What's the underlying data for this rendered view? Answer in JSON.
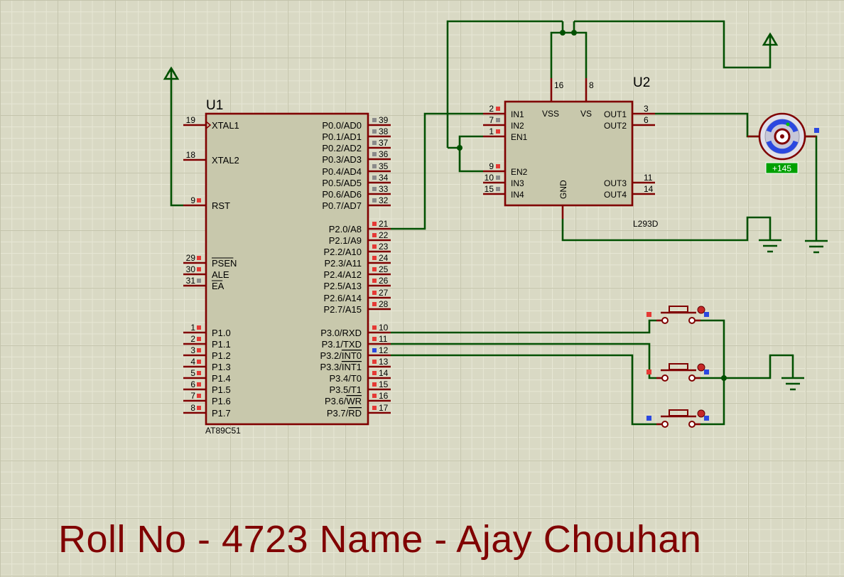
{
  "colors": {
    "background": "#d9d9c4",
    "chip_fill": "#c8c8ac",
    "chip_outline": "#800000",
    "wire": "#005000",
    "pin_line": "#800000",
    "pin_high": "#e53935",
    "pin_low": "#2b48e0",
    "pin_float": "#8a8a8a",
    "caption": "#800000",
    "probe_fill": "#00a000",
    "probe_text": "#ffffff"
  },
  "u1": {
    "ref": "U1",
    "part": "AT89C51",
    "left_pins": [
      {
        "num": "19",
        "name": "XTAL1",
        "state": "none",
        "over": false
      },
      {
        "num": "18",
        "name": "XTAL2",
        "state": "none",
        "over": false
      },
      {
        "num": "9",
        "name": "RST",
        "state": "high",
        "over": false
      },
      {
        "num": "29",
        "name": "PSEN",
        "state": "high",
        "over": true
      },
      {
        "num": "30",
        "name": "ALE",
        "state": "high",
        "over": false
      },
      {
        "num": "31",
        "name": "EA",
        "state": "float",
        "over": true
      },
      {
        "num": "1",
        "name": "P1.0",
        "state": "high",
        "over": false
      },
      {
        "num": "2",
        "name": "P1.1",
        "state": "high",
        "over": false
      },
      {
        "num": "3",
        "name": "P1.2",
        "state": "high",
        "over": false
      },
      {
        "num": "4",
        "name": "P1.3",
        "state": "high",
        "over": false
      },
      {
        "num": "5",
        "name": "P1.4",
        "state": "high",
        "over": false
      },
      {
        "num": "6",
        "name": "P1.5",
        "state": "high",
        "over": false
      },
      {
        "num": "7",
        "name": "P1.6",
        "state": "high",
        "over": false
      },
      {
        "num": "8",
        "name": "P1.7",
        "state": "high",
        "over": false
      }
    ],
    "right_pins": [
      {
        "num": "39",
        "name": "P0.0/AD0",
        "state": "float"
      },
      {
        "num": "38",
        "name": "P0.1/AD1",
        "state": "float"
      },
      {
        "num": "37",
        "name": "P0.2/AD2",
        "state": "float"
      },
      {
        "num": "36",
        "name": "P0.3/AD3",
        "state": "float"
      },
      {
        "num": "35",
        "name": "P0.4/AD4",
        "state": "float"
      },
      {
        "num": "34",
        "name": "P0.5/AD5",
        "state": "float"
      },
      {
        "num": "33",
        "name": "P0.6/AD6",
        "state": "float"
      },
      {
        "num": "32",
        "name": "P0.7/AD7",
        "state": "float"
      },
      {
        "num": "21",
        "name": "P2.0/A8",
        "state": "high"
      },
      {
        "num": "22",
        "name": "P2.1/A9",
        "state": "high"
      },
      {
        "num": "23",
        "name": "P2.2/A10",
        "state": "high"
      },
      {
        "num": "24",
        "name": "P2.3/A11",
        "state": "high"
      },
      {
        "num": "25",
        "name": "P2.4/A12",
        "state": "high"
      },
      {
        "num": "26",
        "name": "P2.5/A13",
        "state": "high"
      },
      {
        "num": "27",
        "name": "P2.6/A14",
        "state": "high"
      },
      {
        "num": "28",
        "name": "P2.7/A15",
        "state": "high"
      },
      {
        "num": "10",
        "name": "P3.0/RXD",
        "state": "high",
        "over": ""
      },
      {
        "num": "11",
        "name": "P3.1/TXD",
        "state": "high",
        "over": ""
      },
      {
        "num": "12",
        "name": "P3.2/",
        "over": "INT0",
        "state": "low"
      },
      {
        "num": "13",
        "name": "P3.3/",
        "over": "INT1",
        "state": "high"
      },
      {
        "num": "14",
        "name": "P3.4/T0",
        "state": "high",
        "over": ""
      },
      {
        "num": "15",
        "name": "P3.5/T1",
        "state": "high",
        "over": ""
      },
      {
        "num": "16",
        "name": "P3.6/",
        "over": "WR",
        "state": "high"
      },
      {
        "num": "17",
        "name": "P3.7/",
        "over": "RD",
        "state": "high"
      }
    ]
  },
  "u2": {
    "ref": "U2",
    "part": "L293D",
    "left_pins": [
      {
        "num": "2",
        "name": "IN1",
        "state": "high"
      },
      {
        "num": "7",
        "name": "IN2",
        "state": "float"
      },
      {
        "num": "1",
        "name": "EN1",
        "state": "high"
      },
      {
        "num": "9",
        "name": "EN2",
        "state": "high"
      },
      {
        "num": "10",
        "name": "IN3",
        "state": "float"
      },
      {
        "num": "15",
        "name": "IN4",
        "state": "float"
      }
    ],
    "right_pins": [
      {
        "num": "3",
        "name": "OUT1"
      },
      {
        "num": "6",
        "name": "OUT2"
      },
      {
        "num": "11",
        "name": "OUT3"
      },
      {
        "num": "14",
        "name": "OUT4"
      }
    ],
    "top_pins": [
      {
        "num": "16",
        "name": "VSS"
      },
      {
        "num": "8",
        "name": "VS"
      }
    ],
    "bottom_pin": {
      "name": "GND"
    }
  },
  "motor": {
    "readout": "+145"
  },
  "caption": "Roll No - 4723 Name - Ajay Chouhan"
}
